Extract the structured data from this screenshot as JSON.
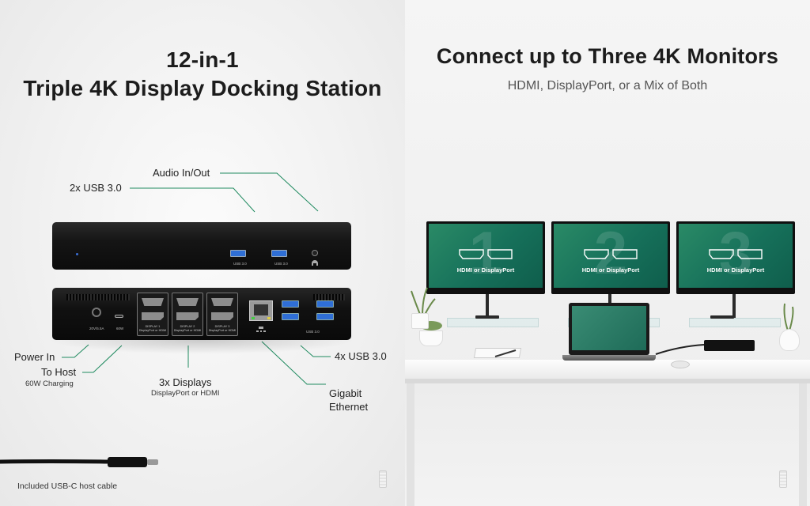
{
  "left": {
    "title_line1": "12-in-1",
    "title_line2": "Triple 4K Display Docking Station",
    "callouts": {
      "audio": "Audio In/Out",
      "usb_front": "2x USB 3.0",
      "power_in": "Power In",
      "to_host": "To Host",
      "to_host_sub": "60W Charging",
      "displays": "3x Displays",
      "displays_sub": "DisplayPort or HDMI",
      "usb_rear": "4x USB 3.0",
      "ethernet_line1": "Gigabit",
      "ethernet_line2": "Ethernet"
    },
    "port_labels": {
      "usb30": "USB 3.0",
      "display1": "DISPLAY 1 DisplayPort or HDMI",
      "display2": "DISPLAY 2 DisplayPort or HDMI",
      "display3": "DISPLAY 3 DisplayPort or HDMI",
      "power_rating": "20V/5.5A",
      "host_watt": "60W",
      "rear_usb": "USB 3.0"
    },
    "caption": "Included USB-C host cable"
  },
  "right": {
    "title": "Connect up to Three 4K Monitors",
    "subtitle": "HDMI, DisplayPort, or a Mix of Both",
    "monitors": [
      {
        "number": "1",
        "label": "HDMI or DisplayPort"
      },
      {
        "number": "2",
        "label": "HDMI or DisplayPort"
      },
      {
        "number": "3",
        "label": "HDMI or DisplayPort"
      }
    ]
  },
  "colors": {
    "accent_green": "#1f8a5f",
    "screen_green": "#1b7a5e",
    "usb_blue": "#2f6fd6",
    "dock_black": "#111111"
  }
}
